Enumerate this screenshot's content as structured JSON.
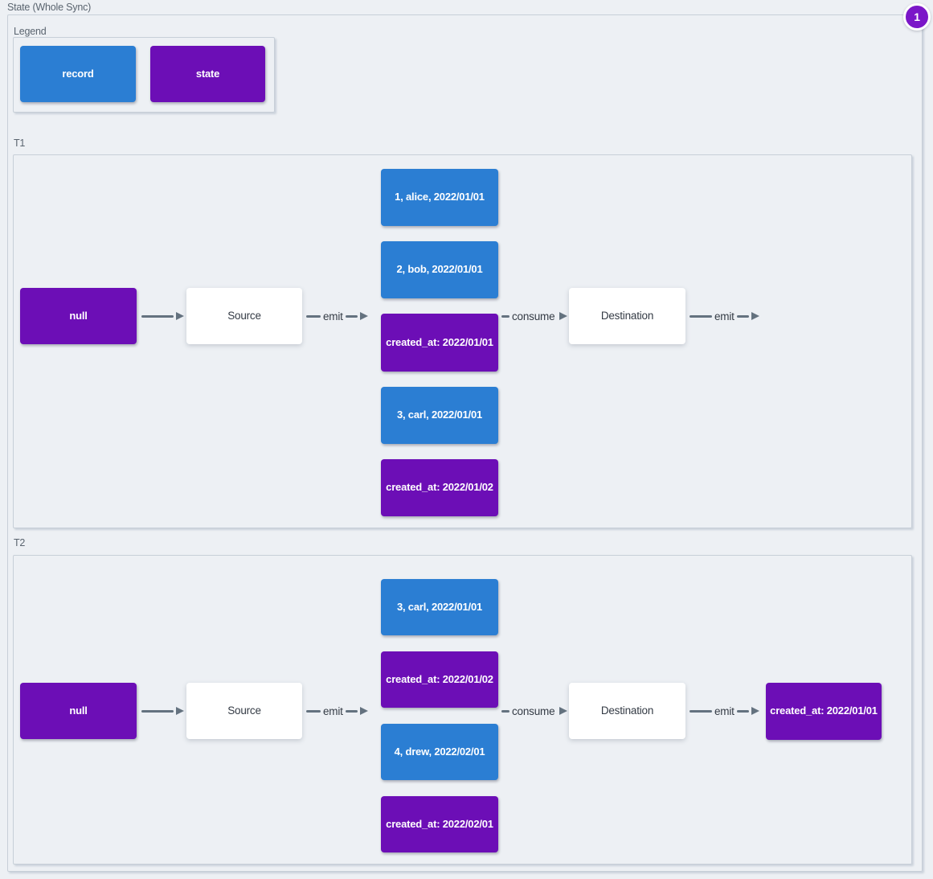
{
  "colors": {
    "record": "#2b7ed3",
    "state": "#6c0eb6",
    "badge": "#7b16c8",
    "arrow": "#64727f"
  },
  "badge": {
    "value": "1"
  },
  "outer": {
    "title": "State (Whole Sync)"
  },
  "legend": {
    "label": "Legend",
    "items": [
      {
        "label": "record",
        "type": "record"
      },
      {
        "label": "state",
        "type": "state"
      }
    ]
  },
  "t1": {
    "label": "T1",
    "state_in": {
      "label": "null",
      "type": "state"
    },
    "source_label": "Source",
    "destination_label": "Destination",
    "edges": {
      "emit": "emit",
      "consume": "consume"
    },
    "records": [
      {
        "label": "1, alice, 2022/01/01",
        "type": "record"
      },
      {
        "label": "2, bob, 2022/01/01",
        "type": "record"
      },
      {
        "label": "created_at: 2022/01/01",
        "type": "state"
      },
      {
        "label": "3, carl, 2022/01/01",
        "type": "record"
      },
      {
        "label": "created_at: 2022/01/02",
        "type": "state"
      }
    ]
  },
  "t2": {
    "label": "T2",
    "state_in": {
      "label": "null",
      "type": "state"
    },
    "source_label": "Source",
    "destination_label": "Destination",
    "edges": {
      "emit": "emit",
      "consume": "consume"
    },
    "records": [
      {
        "label": "3, carl, 2022/01/01",
        "type": "record"
      },
      {
        "label": "created_at: 2022/01/02",
        "type": "state"
      },
      {
        "label": "4, drew, 2022/02/01",
        "type": "record"
      },
      {
        "label": "created_at: 2022/02/01",
        "type": "state"
      }
    ],
    "state_out": {
      "label": "created_at: 2022/01/01",
      "type": "state"
    }
  }
}
